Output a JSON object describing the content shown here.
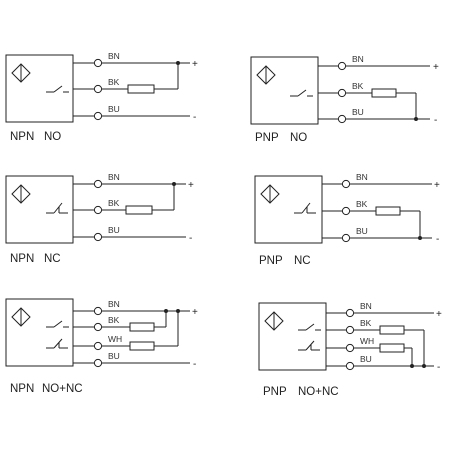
{
  "colors": {
    "line": "#222222",
    "text": "#222222",
    "background": "#ffffff"
  },
  "wire_labels": {
    "brown": "BN",
    "black": "BK",
    "white": "WH",
    "blue": "BU"
  },
  "signs": {
    "positive": "+",
    "negative": "-"
  },
  "circuits": [
    {
      "id": "npn-no",
      "type": "NPN",
      "mode": "NO"
    },
    {
      "id": "pnp-no",
      "type": "PNP",
      "mode": "NO"
    },
    {
      "id": "npn-nc",
      "type": "NPN",
      "mode": "NC"
    },
    {
      "id": "pnp-nc",
      "type": "PNP",
      "mode": "NC"
    },
    {
      "id": "npn-no-nc",
      "type": "NPN",
      "mode": "NO+NC"
    },
    {
      "id": "pnp-no-nc",
      "type": "PNP",
      "mode": "NO+NC"
    }
  ]
}
